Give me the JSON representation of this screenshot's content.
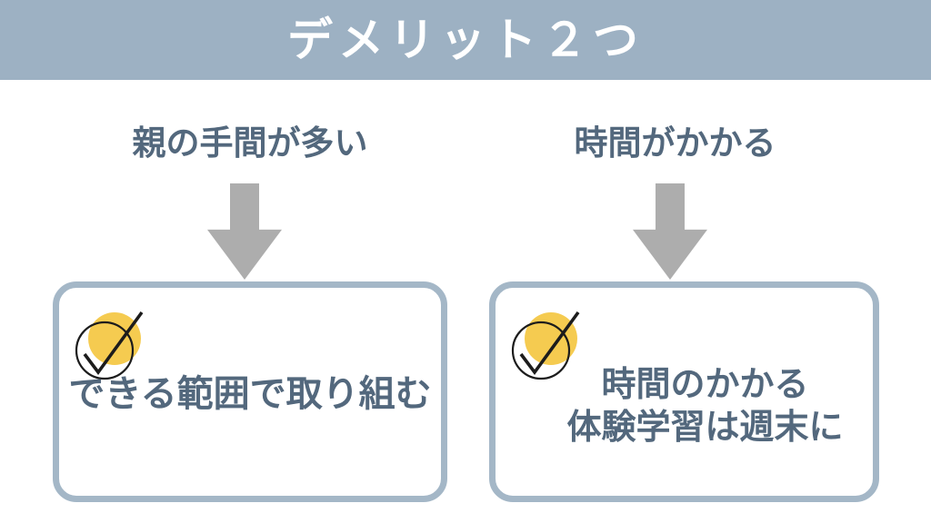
{
  "header": {
    "title": "デメリット２つ"
  },
  "colors": {
    "header-bg": "#9db1c3",
    "heading-text": "#53687d",
    "box-border": "#a4b7c7",
    "box-bg": "#ffffff",
    "arrow-gray": "#adadad",
    "check-yellow": "#f5cb50",
    "check-stroke": "#1c1c1c"
  },
  "columns": [
    {
      "problem": "親の手間が多い",
      "solution_line1": "できる範囲で取り組む",
      "icon": "check-circle-icon",
      "arrow": "down-arrow-icon"
    },
    {
      "problem": "時間がかかる",
      "solution_line1": "時間のかかる",
      "solution_line2": "体験学習は週末に",
      "icon": "check-circle-icon",
      "arrow": "down-arrow-icon"
    }
  ]
}
